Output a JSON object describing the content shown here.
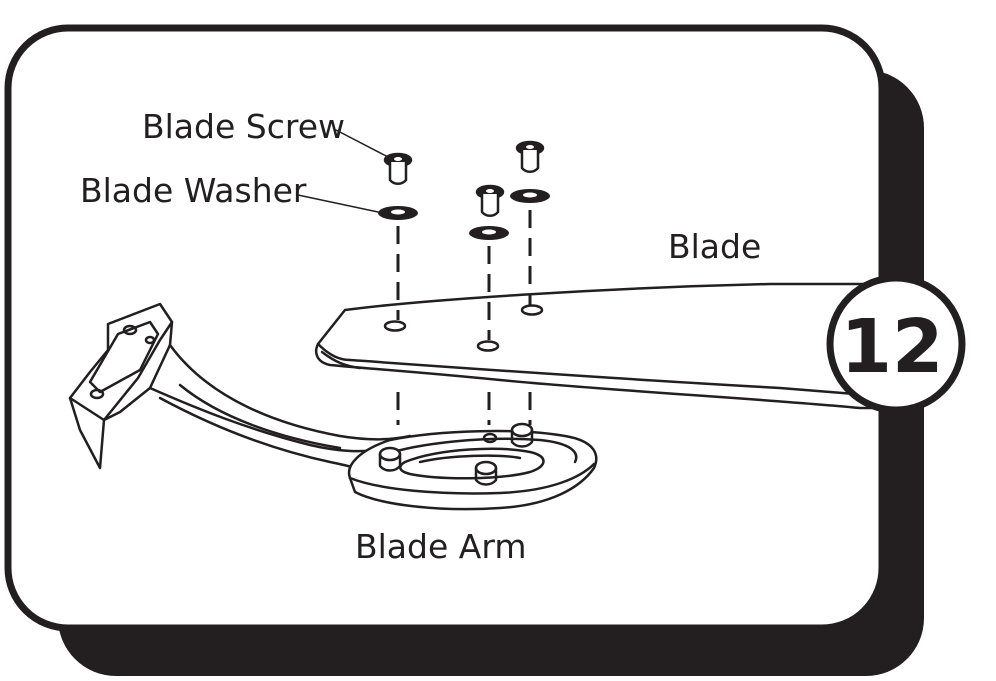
{
  "step": {
    "number": "12"
  },
  "labels": {
    "blade_screw": "Blade Screw",
    "blade_washer": "Blade Washer",
    "blade": "Blade",
    "blade_arm": "Blade Arm"
  },
  "colors": {
    "ink": "#231f20",
    "shadow": "#231f20",
    "paper": "#ffffff"
  },
  "icons": [
    "blade-screw-icon",
    "blade-washer-icon",
    "blade-icon",
    "blade-arm-icon"
  ]
}
